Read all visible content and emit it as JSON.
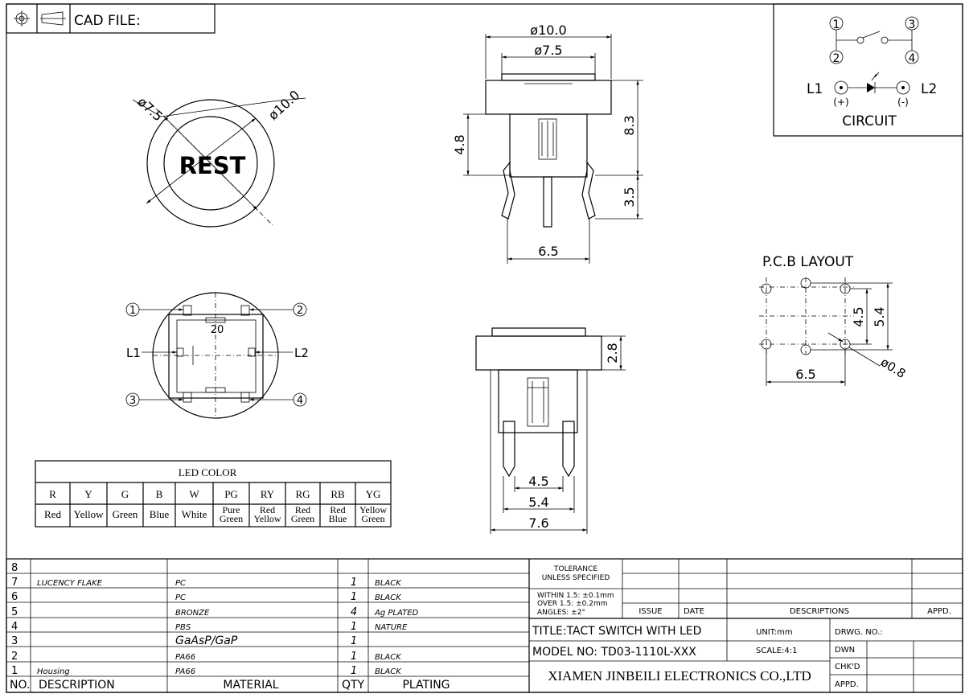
{
  "header": {
    "cad_file_label": "CAD FILE:"
  },
  "top_view": {
    "outer_diameter": "ø10.0",
    "inner_diameter": "ø7.5",
    "cap_text": "REST"
  },
  "front_view": {
    "outer_diameter": "ø10.0",
    "cap_diameter": "ø7.5",
    "total_height": "8.3",
    "body_height": "4.8",
    "pin_length": "3.5",
    "pin_spacing": "6.5"
  },
  "bottom_view": {
    "pin1": "1",
    "pin2": "2",
    "pin3": "3",
    "pin4": "4",
    "led1": "L1",
    "led2": "L2",
    "center_label": "20"
  },
  "side_view": {
    "cap_height": "2.8",
    "dim_inner": "4.5",
    "dim_mid": "5.4",
    "dim_outer": "7.6"
  },
  "circuit": {
    "pin1": "1",
    "pin2": "2",
    "pin3": "3",
    "pin4": "4",
    "l1": "L1",
    "l2": "L2",
    "plus": "(+)",
    "minus": "(-)",
    "title": "CIRCUIT"
  },
  "pcb_layout": {
    "title": "P.C.B  LAYOUT",
    "dim_45": "4.5",
    "dim_54": "5.4",
    "dim_65": "6.5",
    "hole_dia": "ø0.8"
  },
  "led_color": {
    "title": "LED COLOR",
    "codes": [
      "R",
      "Y",
      "G",
      "B",
      "W",
      "PG",
      "RY",
      "RG",
      "RB",
      "YG"
    ],
    "names": [
      [
        "Red"
      ],
      [
        "Yellow"
      ],
      [
        "Green"
      ],
      [
        "Blue"
      ],
      [
        "White"
      ],
      [
        "Pure",
        "Green"
      ],
      [
        "Red",
        "Yellow"
      ],
      [
        "Red",
        "Green"
      ],
      [
        "Red",
        "Blue"
      ],
      [
        "Yellow",
        "Green"
      ]
    ]
  },
  "bom": {
    "headers": {
      "no": "NO.",
      "description": "DESCRIPTION",
      "material": "MATERIAL",
      "qty": "QTY",
      "plating": "PLATING"
    },
    "rows": [
      {
        "no": "8",
        "description": "",
        "material": "",
        "qty": "",
        "plating": ""
      },
      {
        "no": "7",
        "description": "LUCENCY FLAKE",
        "material": "PC",
        "qty": "1",
        "plating": "BLACK"
      },
      {
        "no": "6",
        "description": "",
        "material": "PC",
        "qty": "1",
        "plating": "BLACK"
      },
      {
        "no": "5",
        "description": "",
        "material": "BRONZE",
        "qty": "4",
        "plating": "Ag PLATED"
      },
      {
        "no": "4",
        "description": "",
        "material": "PBS",
        "qty": "1",
        "plating": "NATURE"
      },
      {
        "no": "3",
        "description": "",
        "material": "GaAsP/GaP",
        "qty": "1",
        "plating": ""
      },
      {
        "no": "2",
        "description": "",
        "material": "PA66",
        "qty": "1",
        "plating": "BLACK"
      },
      {
        "no": "1",
        "description": "Housing",
        "material": "PA66",
        "qty": "1",
        "plating": "BLACK"
      }
    ]
  },
  "title_block": {
    "tolerance_line1": "TOLERANCE",
    "tolerance_line2": "UNLESS SPECIFIED",
    "within": "WITHIN 1.5: ±0.1mm",
    "over": "OVER 1.5:  ±0.2mm",
    "angles": "ANGLES: ±2°",
    "issue": "ISSUE",
    "date": "DATE",
    "descriptions": "DESCRIPTIONS",
    "appd_col": "APPD.",
    "title": "TITLE:TACT SWITCH WITH LED",
    "unit": "UNIT:mm",
    "drwg_no": "DRWG. NO.:",
    "model": "MODEL NO: TD03-1110L-XXX",
    "scale": "SCALE:4:1",
    "dwn": "DWN",
    "chkd": "CHK'D",
    "appd": "APPD.",
    "company": "XIAMEN JINBEILI ELECTRONICS CO.,LTD"
  }
}
